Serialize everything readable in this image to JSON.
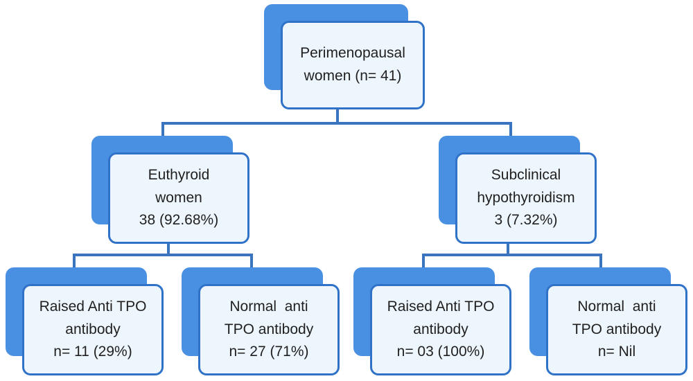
{
  "colors": {
    "accent": "#4a90e2",
    "border": "#2f72c8",
    "box_fill": "#eef6fd",
    "connector": "#3a74bf"
  },
  "nodes": {
    "root": {
      "line1": "Perimenopausal",
      "line2": "women (n= 41)"
    },
    "euthyroid": {
      "line1": "Euthyroid",
      "line2": "women",
      "line3": "38 (92.68%)"
    },
    "subclinical": {
      "line1": "Subclinical",
      "line2": "hypothyroidism",
      "line3": "3 (7.32%)"
    },
    "eu_raised": {
      "line1": "Raised Anti TPO",
      "line2": "antibody",
      "line3": "n= 11 (29%)"
    },
    "eu_normal": {
      "line1": "Normal  anti",
      "line2": "TPO antibody",
      "line3": "n= 27 (71%)"
    },
    "sub_raised": {
      "line1": "Raised Anti TPO",
      "line2": "antibody",
      "line3": "n= 03 (100%)"
    },
    "sub_normal": {
      "line1": "Normal  anti",
      "line2": "TPO antibody",
      "line3": "n= Nil"
    }
  }
}
